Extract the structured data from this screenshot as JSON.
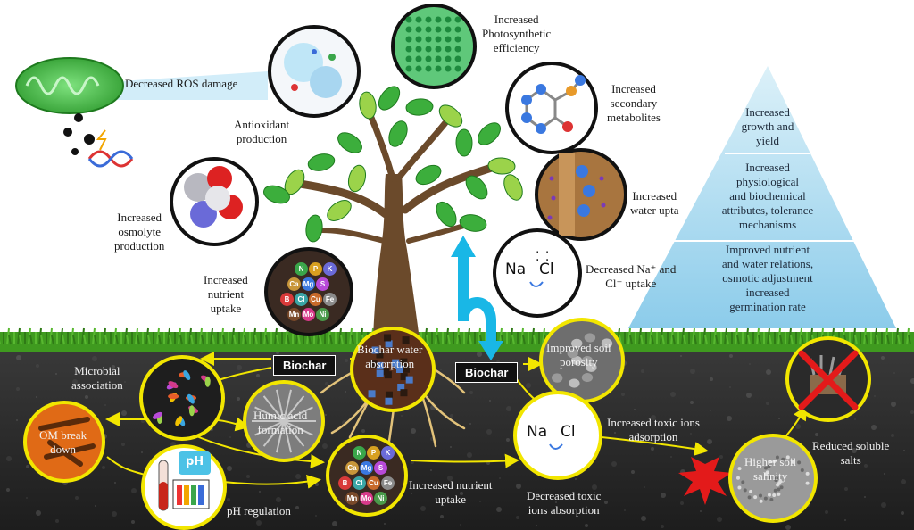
{
  "labels": {
    "ros": "Decreased ROS damage",
    "antioxidant": [
      "Antioxidant",
      "production"
    ],
    "photosynthetic": [
      "Increased",
      "Photosynthetic",
      "efficiency"
    ],
    "secondary": [
      "Increased",
      "secondary",
      "metabolites"
    ],
    "water_uptake": [
      "Increased",
      "water upta"
    ],
    "na_cl_uptake_1": "Decreased Na⁺ and",
    "na_cl_uptake_2": "Cl⁻ uptake",
    "osmolyte": [
      "Increased",
      "osmolyte",
      "production"
    ],
    "nutrient_top": [
      "Increased",
      "nutrient",
      "uptake"
    ],
    "microbial": [
      "Microbial",
      "association"
    ],
    "humic": [
      "Humic acid",
      "formation"
    ],
    "om": [
      "OM break",
      "down"
    ],
    "ph_reg": "pH regulation",
    "biochar_water": [
      "Biochar water",
      "absorption"
    ],
    "porosity": [
      "Improved soil",
      "porosity"
    ],
    "toxic_ads": [
      "Increased toxic ions",
      "adsorption"
    ],
    "toxic_abs": [
      "Decreased toxic",
      "ions absorption"
    ],
    "nutrient_bottom": [
      "Increased nutrient",
      "uptake"
    ],
    "salinity": [
      "Higher soil",
      "salinity"
    ],
    "soluble_salts": [
      "Reduced soluble",
      "salts"
    ]
  },
  "tags": {
    "biochar_left": "Biochar",
    "biochar_right": "Biochar"
  },
  "symbols": {
    "na": "Na",
    "cl": "Cl",
    "ph": "pH"
  },
  "nutrient_chips": [
    "N",
    "P",
    "K",
    "Ca",
    "Mg",
    "S",
    "B",
    "Cl",
    "Cu",
    "Fe",
    "Mn",
    "Mo",
    "Ni"
  ],
  "pyramid": {
    "tier1": [
      "Increased",
      "growth and",
      "yield"
    ],
    "tier2": [
      "Increased",
      "physiological",
      "and biochemical",
      "attributes, tolerance",
      "mechanisms"
    ],
    "tier3": [
      "Improved nutrient",
      "and water relations,",
      "osmotic adjustment",
      "increased",
      "germination rate"
    ]
  },
  "colors": {
    "accent_yellow": "#f2e600",
    "grass": "#3f9a1f",
    "soil": "#2a2a2a",
    "leaf": "#3cae3c",
    "arrow_blue": "#19b7e6",
    "pyramid": "#9fd6ef"
  }
}
